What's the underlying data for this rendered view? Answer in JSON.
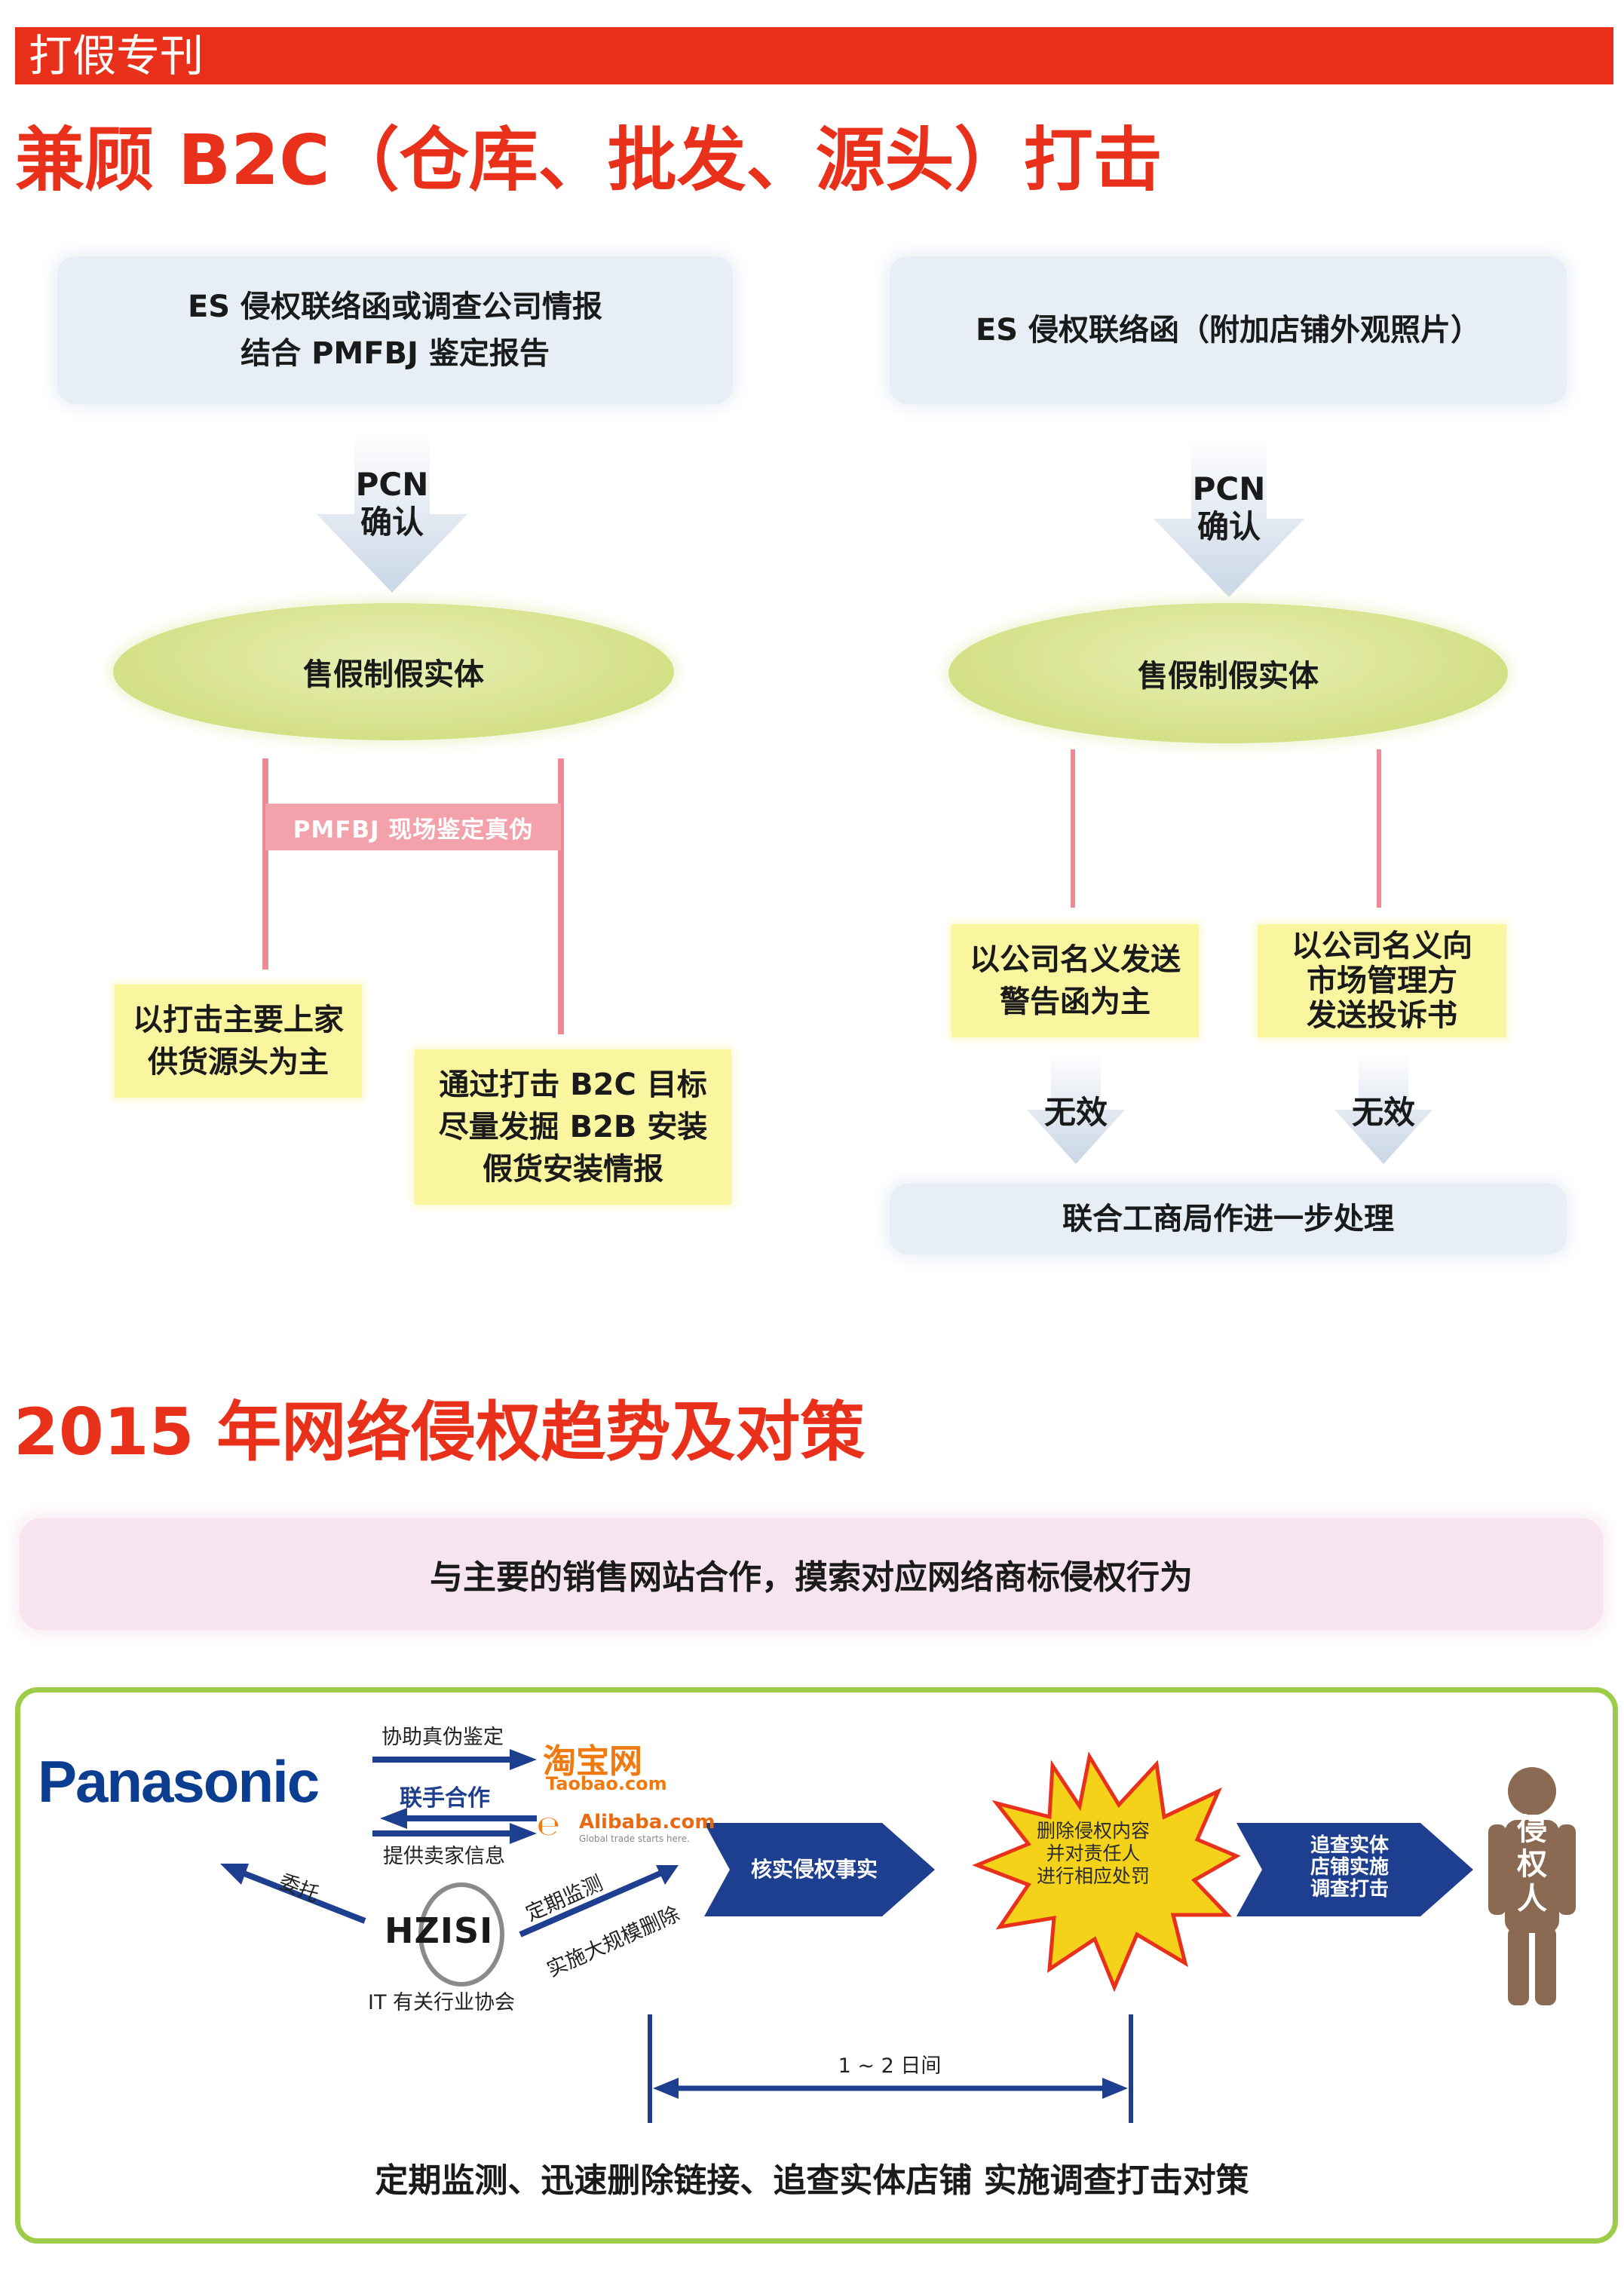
{
  "header": {
    "section_label": "打假专刊"
  },
  "section1": {
    "title": "兼顾 B2C（仓库、批发、源头）打击",
    "left": {
      "source_box": "ES 侵权联络函或调查公司情报\n结合 PMFBJ 鉴定报告",
      "arrow_label": "PCN\n确认",
      "entity": "售假制假实体",
      "onsite_bar": "PMFBJ 现场鉴定真伪",
      "box_a": "以打击主要上家\n供货源头为主",
      "box_b": "通过打击 B2C 目标\n尽量发掘 B2B 安装\n假货安装情报"
    },
    "right": {
      "source_box": "ES 侵权联络函（附加店铺外观照片）",
      "arrow_label": "PCN\n确认",
      "entity": "售假制假实体",
      "box_a": "以公司名义发送\n警告函为主",
      "box_b": "以公司名义向\n市场管理方\n发送投诉书",
      "arrow_a": "无效",
      "arrow_b": "无效",
      "final_box": "联合工商局作进一步处理"
    }
  },
  "section2": {
    "title": "2015 年网络侵权趋势及对策",
    "banner": "与主要的销售网站合作，摸索对应网络商标侵权行为",
    "flow": {
      "brand": "Panasonic",
      "assist_label": "协助真伪鉴定",
      "cooperate_label": "联手合作",
      "seller_info_label": "提供卖家信息",
      "taobao_name": "淘宝网",
      "taobao_url": "Taobao.com",
      "alibaba_name": "Alibaba.com",
      "alibaba_tagline": "Global trade starts here.",
      "entrust_label": "委托",
      "hzisi_name": "HZISI",
      "hzisi_caption": "IT 有关行业协会",
      "monitor_label": "定期监测",
      "bulk_delete_label": "实施大规模删除",
      "verify_label": "核实侵权事实",
      "starburst_text": "删除侵权内容\n并对责任人\n进行相应处罚",
      "pursue_label": "追查实体\n店铺实施\n调查打击",
      "infringer_label": "侵\n权\n人",
      "timespan_label": "1 ~ 2 日间",
      "summary": "定期监测、迅速删除链接、追查实体店铺 实施调查打击对策"
    }
  },
  "colors": {
    "accent": "#e8301a",
    "arrow_blue": "#1e3f8f",
    "green_frame": "#9ccc48",
    "starburst": "#f5d21a"
  }
}
